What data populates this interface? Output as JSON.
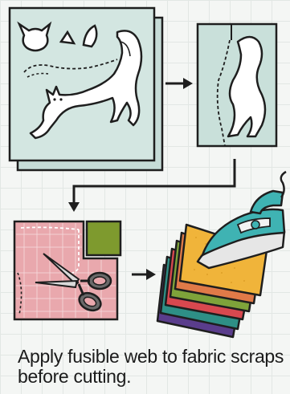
{
  "caption": {
    "line1": "Apply fusible web to fabric scraps",
    "line2": "before cutting."
  },
  "colors": {
    "template_paper": "#cfe2dd",
    "outline": "#1e1e1e",
    "pink_fabric": "#e9a8ad",
    "olive_swatch": "#7e9a2e",
    "iron_body": "#3fb3b3",
    "fabric_stack": [
      "#5a3d8c",
      "#2e8f86",
      "#d8484f",
      "#7ea33a",
      "#e07a48",
      "#f0b43a"
    ]
  },
  "steps": [
    {
      "step": 1,
      "depicts": "paper pattern sheet with cat and cut-out shapes"
    },
    {
      "step": 2,
      "depicts": "pattern piece traced on template"
    },
    {
      "step": 3,
      "depicts": "scissors cutting pink fabric with olive swatch"
    },
    {
      "step": 4,
      "depicts": "steam iron on stack of fabric scraps"
    }
  ],
  "icons": [
    "arrow-right-icon",
    "arrow-down-left-icon",
    "scissors-icon",
    "iron-icon"
  ]
}
